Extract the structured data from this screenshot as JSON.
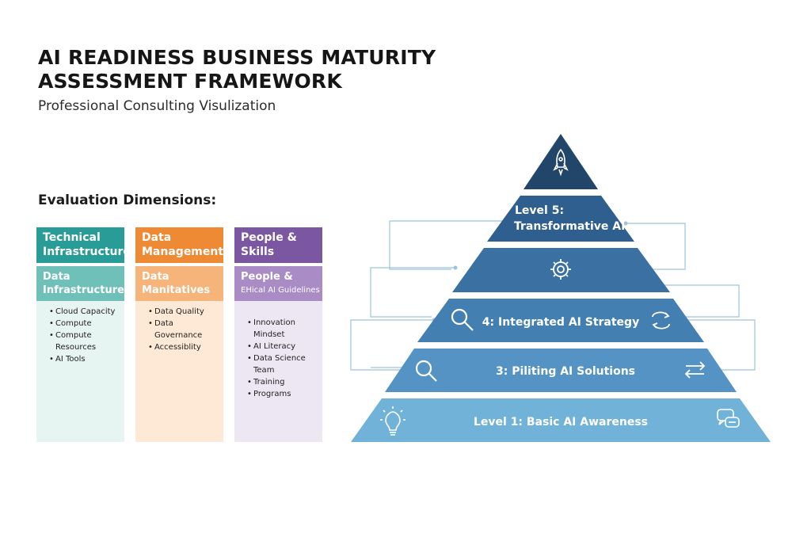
{
  "header": {
    "title_line1": "AI READINESS BUSINESS MATURITY",
    "title_line2": "ASSESSMENT FRAMEWORK",
    "subtitle": "Professional Consulting Visulization"
  },
  "dimensions": {
    "label": "Evaluation Dimensions:",
    "columns": [
      {
        "head_line1": "Technical",
        "head_line2": "Infrastructure",
        "sub_line1": "Data",
        "sub_line2": "Infrastructure",
        "items": [
          "Cloud Capacity",
          "Compute",
          "Compute Resources",
          "AI Tools"
        ]
      },
      {
        "head_line1": "Data",
        "head_line2": "Management",
        "sub_line1": "Data",
        "sub_line2": "Manitatives",
        "items": [
          "Data Quality",
          "Data Governance",
          "Accessiblity"
        ]
      },
      {
        "head_line1": "People &",
        "head_line2": "Skills",
        "sub_line1": "People &",
        "sub_line2": "EHical AI Guidelines",
        "items": [
          "Innovation Mindset",
          "AI Literacy",
          "Data Science Team",
          "Training",
          "Programs"
        ]
      }
    ]
  },
  "pyramid": {
    "level5_line1": "Level 5:",
    "level5_line2": "Transformative AI",
    "level4": "4: Integrated AI Strategy",
    "level3": "3: Piliting AI Solutions",
    "level1": "Level 1: Basic AI Awareness",
    "icons": [
      "rocket-icon",
      "gear-icon",
      "magnifier-icon",
      "refresh-arrows-icon",
      "swap-arrows-icon",
      "lightbulb-icon",
      "chat-bubbles-icon"
    ]
  },
  "colors": {
    "teal": "#2a9c97",
    "teal_light": "#e6f4f2",
    "orange": "#ee8a33",
    "orange_light": "#fde9d6",
    "purple": "#7a57a0",
    "purple_light": "#ece7f2",
    "pyramid_dark": "#22466a",
    "pyramid_light": "#71b2d9"
  }
}
